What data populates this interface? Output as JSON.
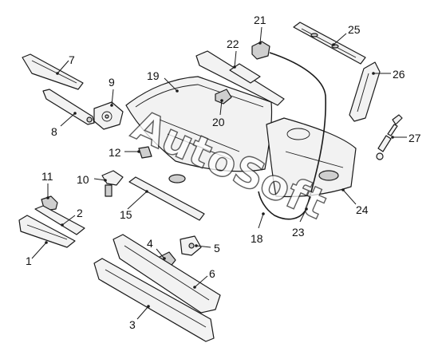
{
  "watermark": "AutoSoft",
  "callouts": [
    {
      "id": "1",
      "label": "1"
    },
    {
      "id": "2",
      "label": "2"
    },
    {
      "id": "3",
      "label": "3"
    },
    {
      "id": "4",
      "label": "4"
    },
    {
      "id": "5",
      "label": "5"
    },
    {
      "id": "6",
      "label": "6"
    },
    {
      "id": "7",
      "label": "7"
    },
    {
      "id": "8",
      "label": "8"
    },
    {
      "id": "9",
      "label": "9"
    },
    {
      "id": "10",
      "label": "10"
    },
    {
      "id": "11",
      "label": "11"
    },
    {
      "id": "12",
      "label": "12"
    },
    {
      "id": "15",
      "label": "15"
    },
    {
      "id": "18",
      "label": "18"
    },
    {
      "id": "19",
      "label": "19"
    },
    {
      "id": "20",
      "label": "20"
    },
    {
      "id": "21",
      "label": "21"
    },
    {
      "id": "22",
      "label": "22"
    },
    {
      "id": "23",
      "label": "23"
    },
    {
      "id": "24",
      "label": "24"
    },
    {
      "id": "25",
      "label": "25"
    },
    {
      "id": "26",
      "label": "26"
    },
    {
      "id": "27",
      "label": "27"
    }
  ]
}
